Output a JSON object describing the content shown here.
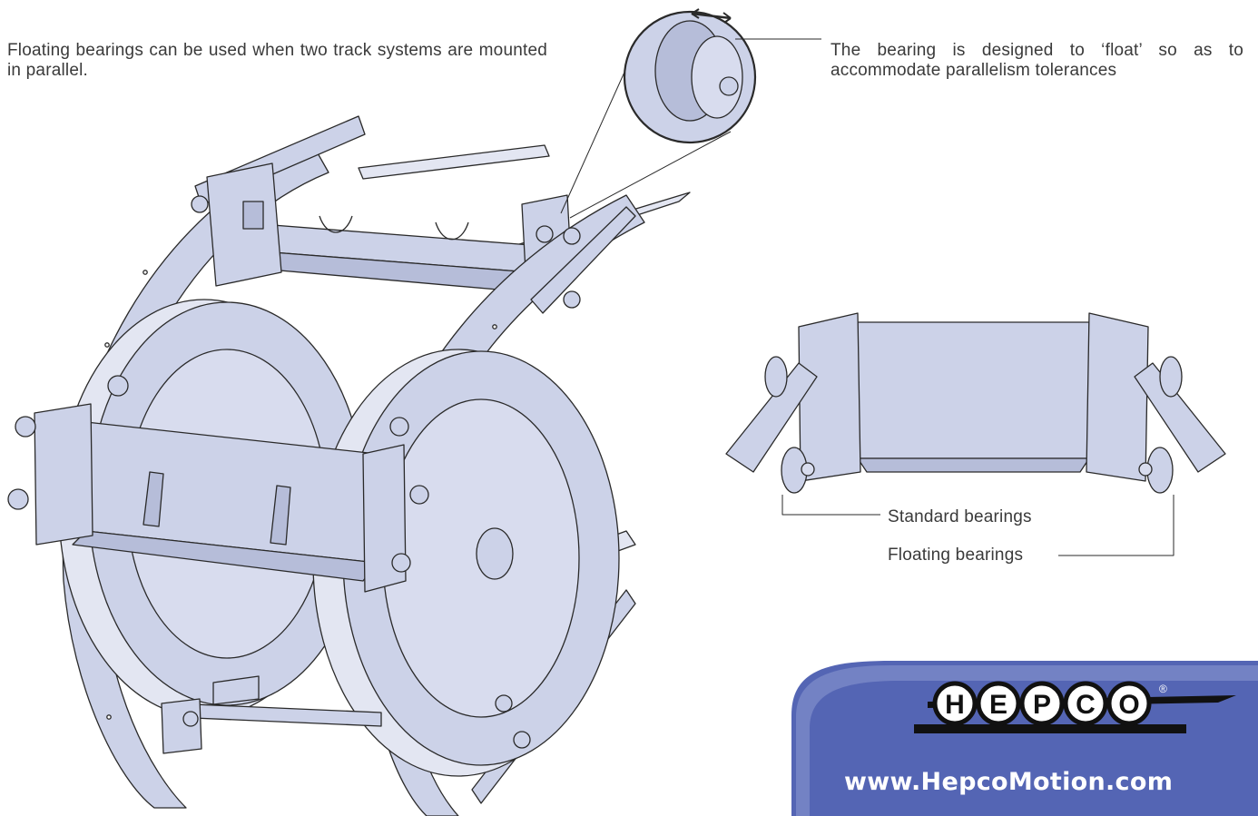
{
  "intro_text": "Floating bearings can be used when two track systems are mounted in parallel.",
  "float_callout": "The bearing is designed to ‘float’ so as to accommodate parallelism tolerances",
  "callouts": {
    "standard": "Standard bearings",
    "floating": "Floating bearings"
  },
  "logo": {
    "brand": "HEPCO",
    "letters": [
      "H",
      "E",
      "P",
      "C",
      "O"
    ],
    "registered": "®",
    "url": "www.HepcoMotion.com"
  },
  "colors": {
    "part_fill": "#ccd2e8",
    "part_shade": "#b6bdd9",
    "outline": "#2a2a2a",
    "logo_blue": "#5465b4",
    "text": "#3a3a3a"
  }
}
